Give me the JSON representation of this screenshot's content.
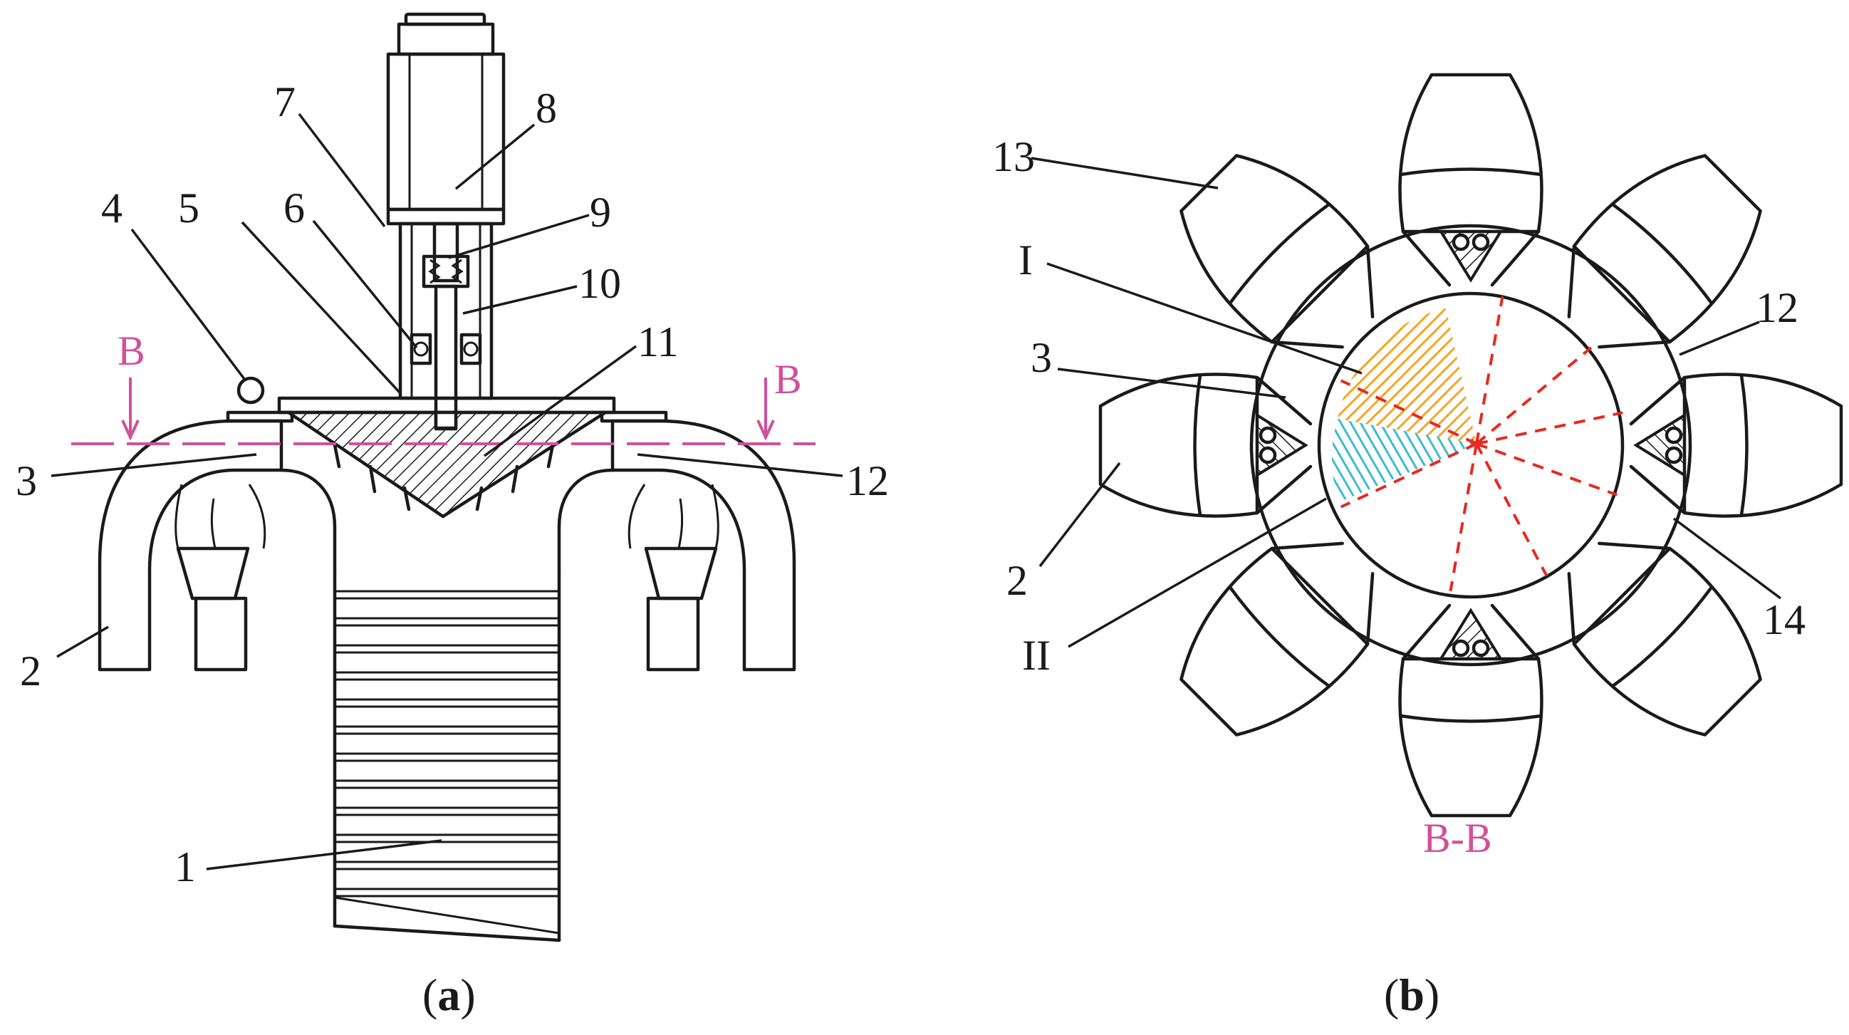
{
  "panel_a": {
    "caption_open": "(",
    "caption_letter": "a",
    "caption_close": ")",
    "section_marker_left": "B",
    "section_marker_right": "B",
    "labels": {
      "n1": "1",
      "n2": "2",
      "n3": "3",
      "n4": "4",
      "n5": "5",
      "n6": "6",
      "n7": "7",
      "n8": "8",
      "n9": "9",
      "n10": "10",
      "n11": "11",
      "n12": "12"
    }
  },
  "panel_b": {
    "caption_open": "(",
    "caption_letter": "b",
    "caption_close": ")",
    "section_title": "B-B",
    "labels": {
      "n13": "13",
      "n12": "12",
      "n3": "3",
      "n2": "2",
      "n14": "14",
      "zone1": "I",
      "zone2": "II"
    },
    "zone_colors": {
      "zone1": "#f5a623",
      "zone2": "#3bbcd0"
    }
  },
  "colors": {
    "section_marks": "#d1509b",
    "radial_dashes": "#e8291e",
    "line": "#1a1a1a"
  }
}
